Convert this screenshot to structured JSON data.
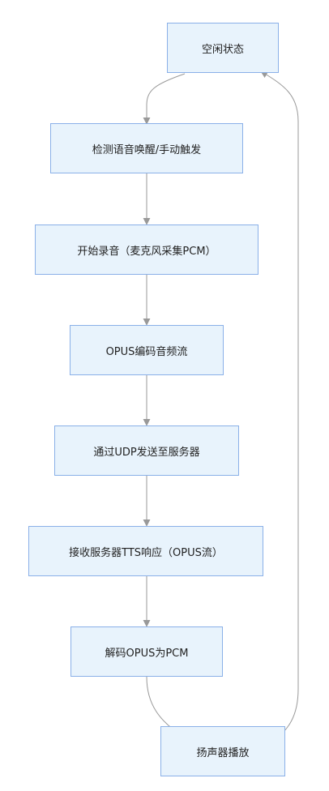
{
  "nodes": [
    {
      "id": "idle",
      "label": "空闲状态"
    },
    {
      "id": "detect",
      "label": "检测语音唤醒/手动触发"
    },
    {
      "id": "record",
      "label": "开始录音（麦克风采集PCM）"
    },
    {
      "id": "encode",
      "label": "OPUS编码音频流"
    },
    {
      "id": "send",
      "label": "通过UDP发送至服务器"
    },
    {
      "id": "receive",
      "label": "接收服务器TTS响应（OPUS流）"
    },
    {
      "id": "decode",
      "label": "解码OPUS为PCM"
    },
    {
      "id": "play",
      "label": "扬声器播放"
    }
  ],
  "edges": [
    {
      "from": "idle",
      "to": "detect"
    },
    {
      "from": "detect",
      "to": "record"
    },
    {
      "from": "record",
      "to": "encode"
    },
    {
      "from": "encode",
      "to": "send"
    },
    {
      "from": "send",
      "to": "receive"
    },
    {
      "from": "receive",
      "to": "decode"
    },
    {
      "from": "decode",
      "to": "play"
    },
    {
      "from": "play",
      "to": "idle"
    }
  ],
  "colors": {
    "node_fill": "#e8f3fc",
    "node_border": "#8ab0e8",
    "edge": "#999999",
    "text": "#222222"
  }
}
